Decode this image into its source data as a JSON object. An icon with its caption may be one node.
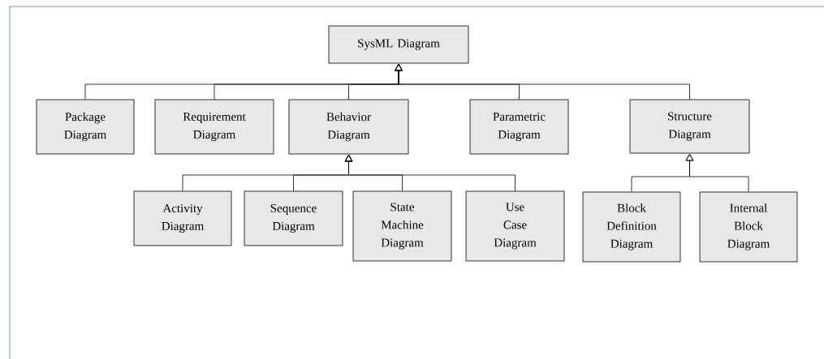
{
  "diagram": {
    "nodes": [
      {
        "text": [
          "SysML Diagram"
        ]
      },
      {
        "text": [
          "Package Diagram"
        ]
      },
      {
        "text": [
          "Requirement Diagram"
        ]
      },
      {
        "text": [
          "Behavior Diagram"
        ]
      },
      {
        "text": [
          "Parametric Diagram"
        ]
      },
      {
        "text": [
          "Structure Diagram"
        ]
      },
      {
        "text": [
          "Activity Diagram"
        ]
      },
      {
        "text": [
          "Sequence Diagram"
        ]
      },
      {
        "text": [
          "State Machine Diagram"
        ]
      },
      {
        "text": [
          "Use Case Diagram"
        ]
      },
      {
        "text": [
          "Block Definition Diagram"
        ]
      },
      {
        "text": [
          "Internal Block Diagram"
        ]
      }
    ],
    "edges": [
      {
        "from": 1,
        "to": 0,
        "arrow": "to"
      },
      {
        "from": 2,
        "to": 0,
        "arrow": "to"
      },
      {
        "from": 3,
        "to": 0,
        "arrow": "to"
      },
      {
        "from": 4,
        "to": 0,
        "arrow": "to"
      },
      {
        "from": 5,
        "to": 0,
        "arrow": "to"
      },
      {
        "from": 6,
        "to": 3,
        "arrow": "to"
      },
      {
        "from": 7,
        "to": 3,
        "arrow": "to"
      },
      {
        "from": 8,
        "to": 3,
        "arrow": "to"
      },
      {
        "from": 9,
        "to": 3,
        "arrow": "to"
      },
      {
        "from": 10,
        "to": 5,
        "arrow": "to"
      },
      {
        "from": 11,
        "to": 5,
        "arrow": "to"
      }
    ]
  }
}
